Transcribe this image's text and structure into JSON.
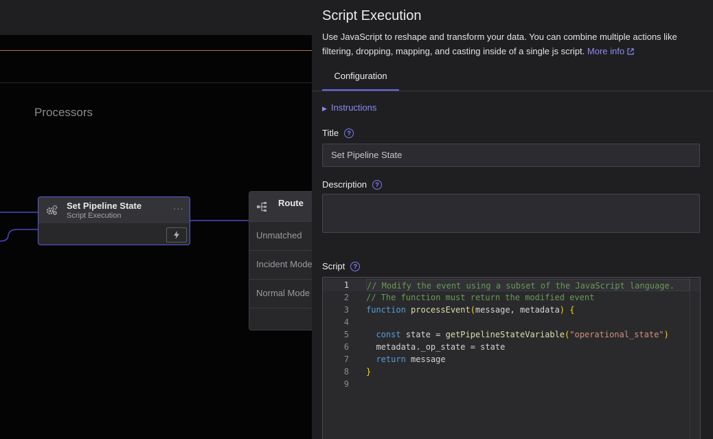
{
  "canvas": {
    "processors_heading": "Processors",
    "nodes": {
      "set_pipeline_state": {
        "title": "Set Pipeline State",
        "subtitle": "Script Execution",
        "menu": "···"
      },
      "route": {
        "title": "Route",
        "rows": [
          "Unmatched",
          "Incident Mode",
          "Normal Mode"
        ]
      }
    }
  },
  "panel": {
    "title": "Script Execution",
    "description": "Use JavaScript to reshape and transform your data. You can combine multiple actions like filtering, dropping, mapping, and casting inside of a single js script.",
    "more_info": "More info",
    "tabs": [
      {
        "label": "Configuration"
      }
    ],
    "instructions_label": "Instructions",
    "fields": {
      "title_label": "Title",
      "title_value": "Set Pipeline State",
      "description_label": "Description",
      "description_value": "",
      "script_label": "Script"
    },
    "script": {
      "active_line": 1,
      "line_numbers": [
        "1",
        "2",
        "3",
        "4",
        "5",
        "6",
        "7",
        "8",
        "9"
      ],
      "tokens": {
        "l1_comment": "// Modify the event using a subset of the JavaScript language.",
        "l2_comment": "// The function must return the modified event",
        "l3_kw": "function",
        "l3_fn": "processEvent",
        "l3_args": "message, metadata",
        "l3_open": "{",
        "l5_kw": "const",
        "l5_var": "state =",
        "l5_fn": "getPipelineStateVariable",
        "l5_str": "\"operational_state\"",
        "l6_code": "metadata._op_state = state",
        "l7_kw": "return",
        "l7_var": "message",
        "l8_close": "}"
      }
    }
  },
  "colors": {
    "accent": "#6b6bf0",
    "link": "#8b8bf0",
    "edge": "#4b4bc4",
    "orange_line": "#b8733d"
  },
  "icons": {
    "node_icon": "gears-icon",
    "route_icon": "route-icon",
    "bolt": "lightning-icon",
    "help": "help-circle-icon",
    "external": "external-link-icon"
  }
}
